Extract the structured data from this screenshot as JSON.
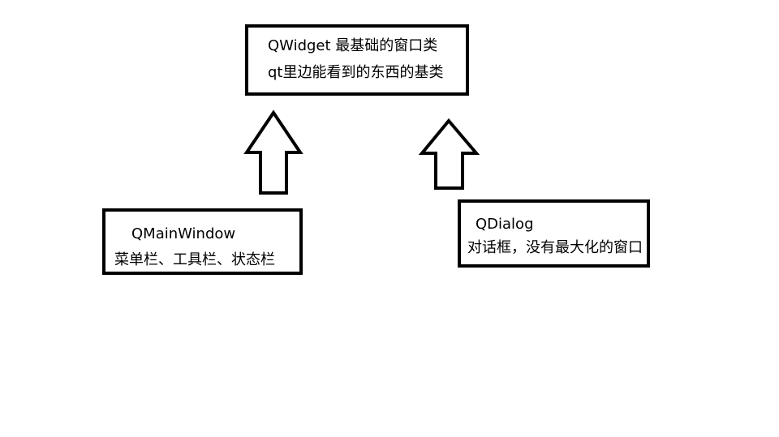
{
  "nodes": {
    "qwidget": {
      "title": "QWidget 最基础的窗口类",
      "desc": "qt里边能看到的东西的基类"
    },
    "qmainwindow": {
      "title": "QMainWindow",
      "desc": "菜单栏、工具栏、状态栏"
    },
    "qdialog": {
      "title": "QDialog",
      "desc": "对话框，没有最大化的窗口"
    }
  },
  "edges": [
    {
      "from": "qmainwindow",
      "to": "qwidget",
      "style": "hollow-up-arrow"
    },
    {
      "from": "qdialog",
      "to": "qwidget",
      "style": "hollow-up-arrow"
    }
  ],
  "colors": {
    "stroke": "#000000",
    "background": "#ffffff"
  }
}
